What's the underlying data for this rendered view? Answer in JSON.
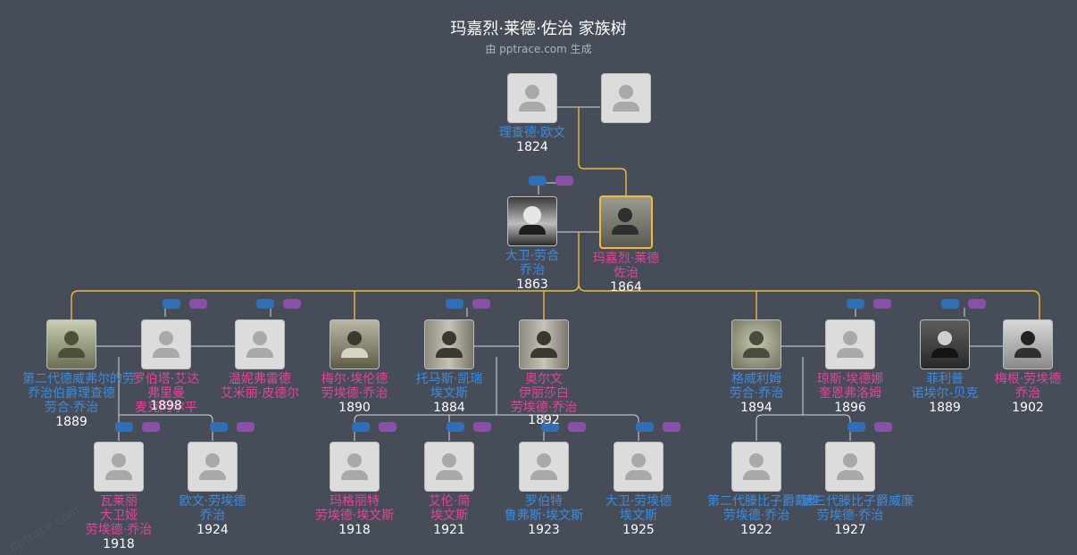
{
  "title": "玛嘉烈·莱德·佐治 家族树",
  "subtitle": "由 pptrace.com 生成",
  "watermark": "pptrace.com",
  "colors": {
    "background": "#474c59",
    "male_name": "#3b8ce0",
    "female_name": "#e0469a",
    "selected_line": "#f0b93a",
    "line": "#d9d9d9"
  },
  "people": {
    "richard": {
      "name": [
        "理查德·欧文"
      ],
      "year": "1824"
    },
    "richard_wife": {
      "name": [],
      "year": ""
    },
    "david": {
      "name": [
        "大卫·劳合",
        "乔治"
      ],
      "year": "1863"
    },
    "margaret": {
      "name": [
        "玛嘉烈·莱德",
        "佐治"
      ],
      "year": "1864"
    },
    "richard2": {
      "name": [
        "第二代德威弗尔的劳",
        "乔治伯爵理查德",
        "劳合·乔治"
      ],
      "year": "1889"
    },
    "roberta": {
      "name": [
        "罗伯塔·艾达",
        "弗里曼",
        "麦克阿尔平"
      ],
      "year": "1898"
    },
    "winifred": {
      "name": [
        "温妮弗雷德",
        "艾米丽·皮德尔"
      ],
      "year": ""
    },
    "mair": {
      "name": [
        "梅尔·埃伦德",
        "劳埃德·乔治"
      ],
      "year": "1890"
    },
    "thomas": {
      "name": [
        "托马斯·凯瑞",
        "埃文斯"
      ],
      "year": "1884"
    },
    "olwen": {
      "name": [
        "奥尔文",
        "伊丽莎白",
        "劳埃德·乔治"
      ],
      "year": "1892"
    },
    "gwilym": {
      "name": [
        "格威利姆",
        "劳合·乔治"
      ],
      "year": "1894"
    },
    "edna": {
      "name": [
        "琼斯·埃德娜",
        "奎恩弗洛姆"
      ],
      "year": "1896"
    },
    "philip": {
      "name": [
        "菲利普",
        "诺埃尔-贝克"
      ],
      "year": "1889"
    },
    "megan": {
      "name": [
        "梅根·劳埃德",
        "乔治"
      ],
      "year": "1902"
    },
    "valerie": {
      "name": [
        "瓦莱丽",
        "大卫娅",
        "劳埃德·乔治"
      ],
      "year": "1918"
    },
    "owen": {
      "name": [
        "欧文·劳埃德",
        "乔治"
      ],
      "year": "1924"
    },
    "margaret_e": {
      "name": [
        "玛格丽特",
        "劳埃德·埃文斯"
      ],
      "year": "1918"
    },
    "eluned": {
      "name": [
        "艾伦·简",
        "埃文斯"
      ],
      "year": "1921"
    },
    "robert": {
      "name": [
        "罗伯特",
        "鲁弗斯·埃文斯"
      ],
      "year": "1923"
    },
    "david_e": {
      "name": [
        "大卫·劳埃德",
        "埃文斯"
      ],
      "year": "1925"
    },
    "tenby2": {
      "name": [
        "第二代滕比子爵戴维",
        "劳埃德·乔治"
      ],
      "year": "1922"
    },
    "tenby3": {
      "name": [
        "第三代滕比子爵威廉",
        "劳埃德·乔治"
      ],
      "year": "1927"
    }
  }
}
